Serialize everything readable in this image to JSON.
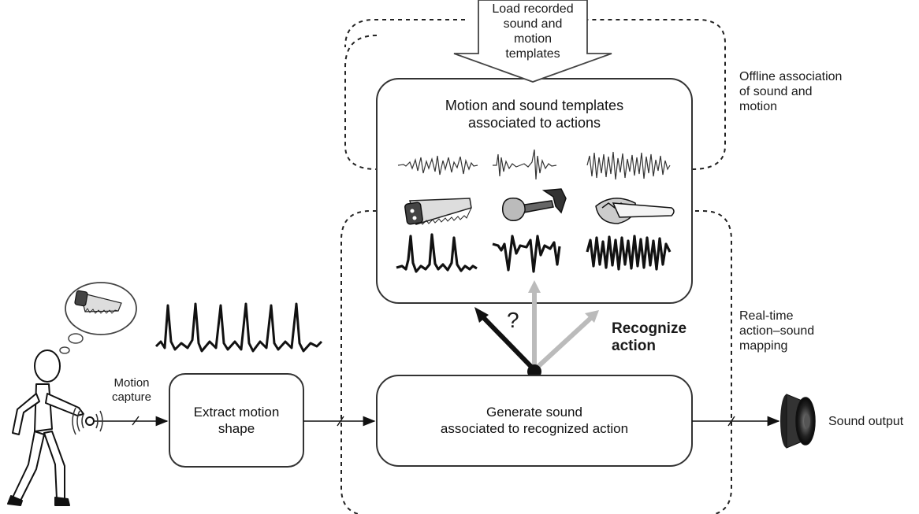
{
  "load_arrow": {
    "lines": [
      "Load recorded",
      "sound and",
      "motion",
      "templates"
    ]
  },
  "offline_label": {
    "lines": [
      "Offline association",
      "of sound and",
      "motion"
    ]
  },
  "realtime_label": {
    "lines": [
      "Real-time",
      "action–sound",
      "mapping"
    ]
  },
  "templates_box": {
    "lines": [
      "Motion and sound templates",
      "associated to actions"
    ]
  },
  "actions": [
    {
      "icon": "saw-icon"
    },
    {
      "icon": "hammer-icon"
    },
    {
      "icon": "toothbrush-icon"
    }
  ],
  "recognize": {
    "lines": [
      "Recognize",
      "action"
    ],
    "question_mark": "?"
  },
  "motion_capture": {
    "lines": [
      "Motion",
      "capture"
    ]
  },
  "extract_box": {
    "lines": [
      "Extract motion",
      "shape"
    ]
  },
  "generate_box": {
    "lines": [
      "Generate sound",
      "associated to recognized action"
    ]
  },
  "sound_output": {
    "label": "Sound output"
  }
}
